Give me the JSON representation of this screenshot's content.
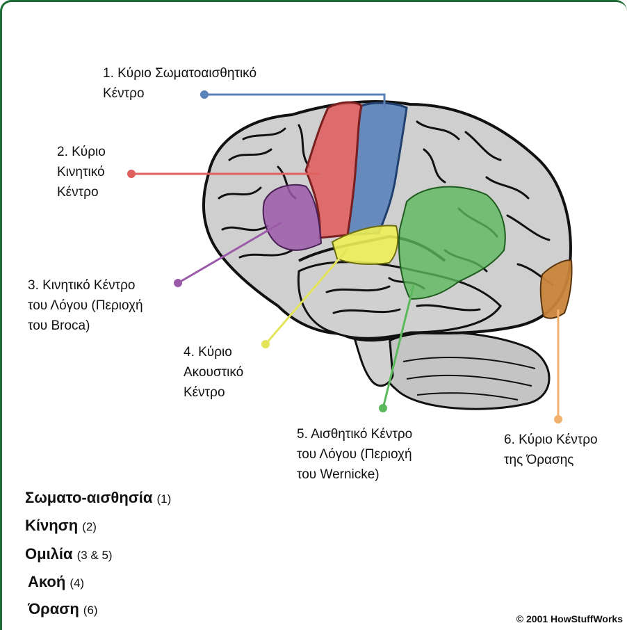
{
  "labels": {
    "l1": "1. Κύριο Σωματοαισθητικό\nΚέντρο",
    "l2": "2. Κύριο\nΚινητικό\nΚέντρο",
    "l3": "3. Κινητικό Κέντρο\nτου Λόγου (Περιοχή\nτου Broca)",
    "l4": "4. Κύριο\nΑκουστικό\nΚέντρο",
    "l5": "5. Αισθητικό Κέντρο\nτου Λόγου (Περιοχή\nτου Wernicke)",
    "l6": "6. Κύριο Κέντρο\nτης Όρασης"
  },
  "legend": [
    {
      "term": "Σωματο-αισθησία",
      "ref": "(1)"
    },
    {
      "term": "Κίνηση",
      "ref": "(2)"
    },
    {
      "term": "Ομιλία",
      "ref": "(3 & 5)"
    },
    {
      "term": "Ακοή",
      "ref": "(4)"
    },
    {
      "term": "Όραση",
      "ref": "(6)"
    }
  ],
  "copyright": "© 2001 HowStuffWorks",
  "colors": {
    "frame": "#1d6b32",
    "brain": "#c9c9c9",
    "somatosensory": "#5a82b8",
    "motor": "#e06060",
    "broca": "#9b5aa8",
    "auditory": "#eeee55",
    "wernicke": "#5cb85c",
    "visual": "#c9853a"
  }
}
